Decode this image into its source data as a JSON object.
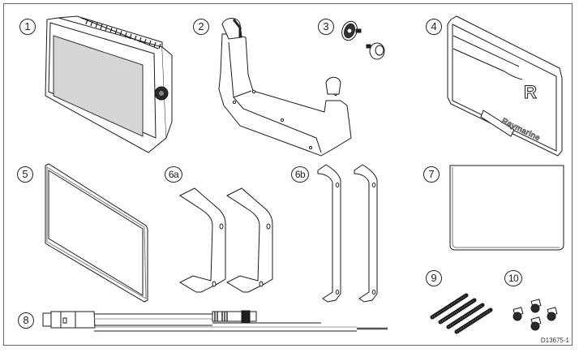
{
  "figure": {
    "reference": "D13675-1",
    "description": "Parts supplied illustration",
    "brand_marking": "Raymarine",
    "logo_letter": "R"
  },
  "items": [
    {
      "callout": "1",
      "part": "display-unit"
    },
    {
      "callout": "2",
      "part": "trunnion-bracket"
    },
    {
      "callout": "3",
      "part": "bracket-knobs"
    },
    {
      "callout": "4",
      "part": "sun-cover"
    },
    {
      "callout": "5",
      "part": "panel-gasket"
    },
    {
      "callout": "6a",
      "part": "flush-mount-clips-short"
    },
    {
      "callout": "6b",
      "part": "flush-mount-clips-long"
    },
    {
      "callout": "7",
      "part": "documentation-pack"
    },
    {
      "callout": "8",
      "part": "power-data-cable"
    },
    {
      "callout": "9",
      "part": "threaded-studs"
    },
    {
      "callout": "10",
      "part": "thumb-nuts"
    }
  ],
  "colors": {
    "line": "#1a1a1a",
    "frame": "#6a6a6a",
    "screen": "#d6d6d6",
    "dark_part": "#2a2a2a"
  }
}
